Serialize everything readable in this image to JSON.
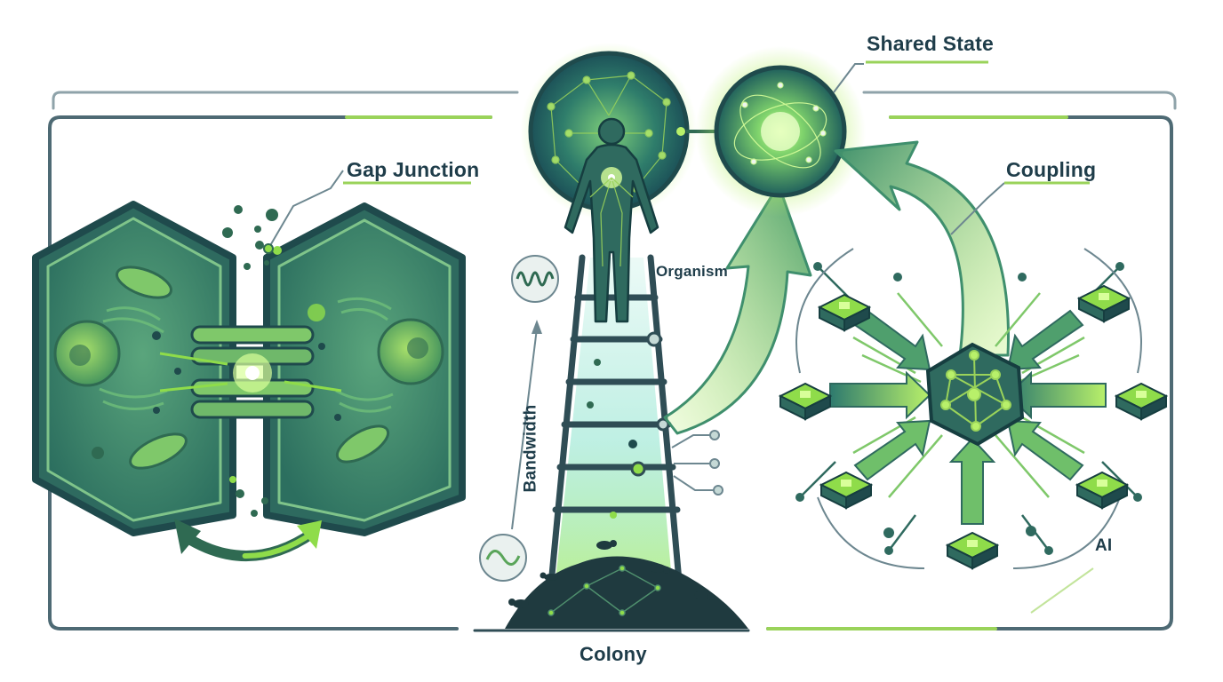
{
  "labels": {
    "shared_state": "Shared State",
    "gap_junction": "Gap Junction",
    "coupling": "Coupling",
    "organism": "Organism",
    "bandwidth": "Bandwidth",
    "colony": "Colony",
    "ai": "AI"
  },
  "colors": {
    "dark_teal": "#1f5a5a",
    "mid_teal": "#2e7a6e",
    "cell_fill": "#3f8f6d",
    "light_green": "#8fdc4a",
    "glow_green": "#b8f06a",
    "frame_gray": "#6d8790",
    "text_dark": "#1f3d4a"
  },
  "icons": [
    "waveform-high-icon",
    "waveform-low-icon",
    "mitochondria-icon",
    "ant-icon",
    "chip-icon",
    "network-sphere-icon",
    "human-figure-icon"
  ]
}
